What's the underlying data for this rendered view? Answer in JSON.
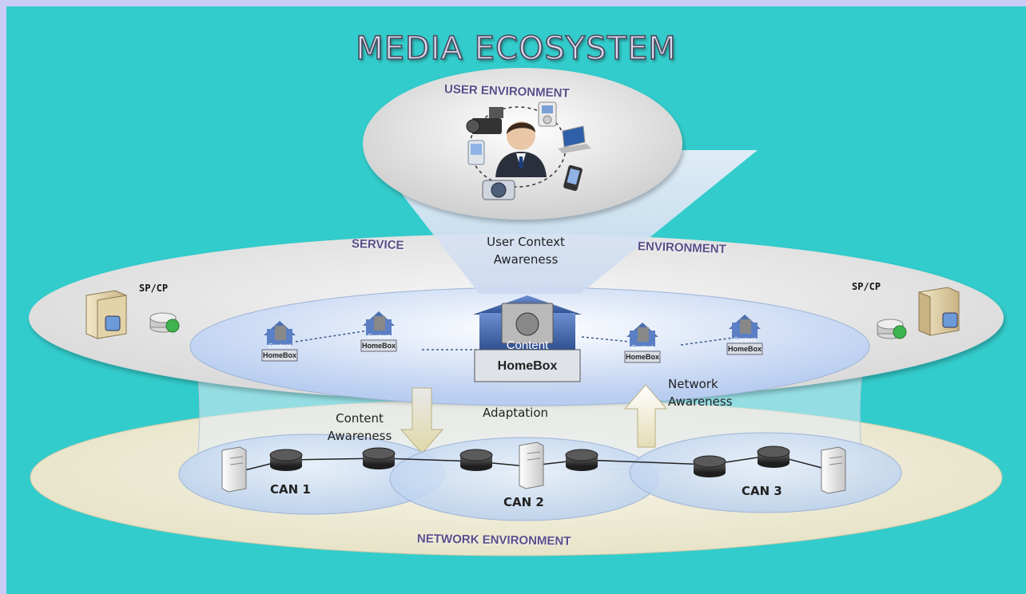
{
  "title": "MEDIA ECOSYSTEM",
  "user_environment": {
    "label": "USER ENVIRONMENT"
  },
  "service_environment": {
    "left_label": "SERVICE",
    "right_label": "ENVIRONMENT",
    "sp_cp_left": "SP/CP",
    "sp_cp_right": "SP/CP"
  },
  "user_context_awareness": {
    "line1": "User Context",
    "line2": "Awareness"
  },
  "homebox": {
    "main_content": "Content",
    "main_label": "HomeBox",
    "small_content": "Content",
    "small_label": "HomeBox"
  },
  "network_awareness": {
    "line1": "Network",
    "line2": "Awareness"
  },
  "content_awareness": {
    "line1": "Content",
    "line2": "Awareness"
  },
  "adaptation": "Adaptation",
  "cans": {
    "can1": "CAN 1",
    "can2": "CAN 2",
    "can3": "CAN 3"
  },
  "network_environment": {
    "label": "NETWORK ENVIRONMENT"
  },
  "colors": {
    "background": "#33cccc",
    "frame": "#c9cdf5",
    "env_label": "#5a4f8a"
  }
}
